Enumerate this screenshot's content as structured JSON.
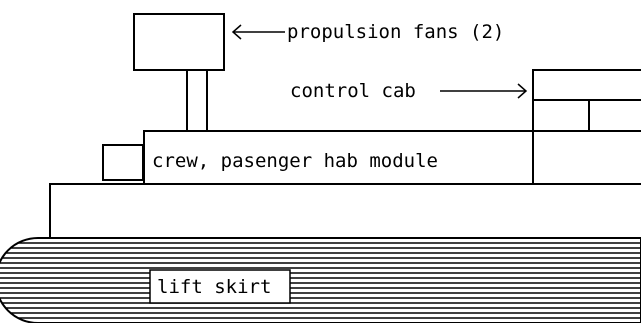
{
  "diagram": {
    "labels": {
      "propulsion_fans": "propulsion fans (2)",
      "control_cab": "control cab",
      "hab_module": "crew, pasenger hab module",
      "lift_skirt": "lift skirt"
    },
    "colors": {
      "ink": "#000000",
      "paper": "#ffffff"
    }
  }
}
